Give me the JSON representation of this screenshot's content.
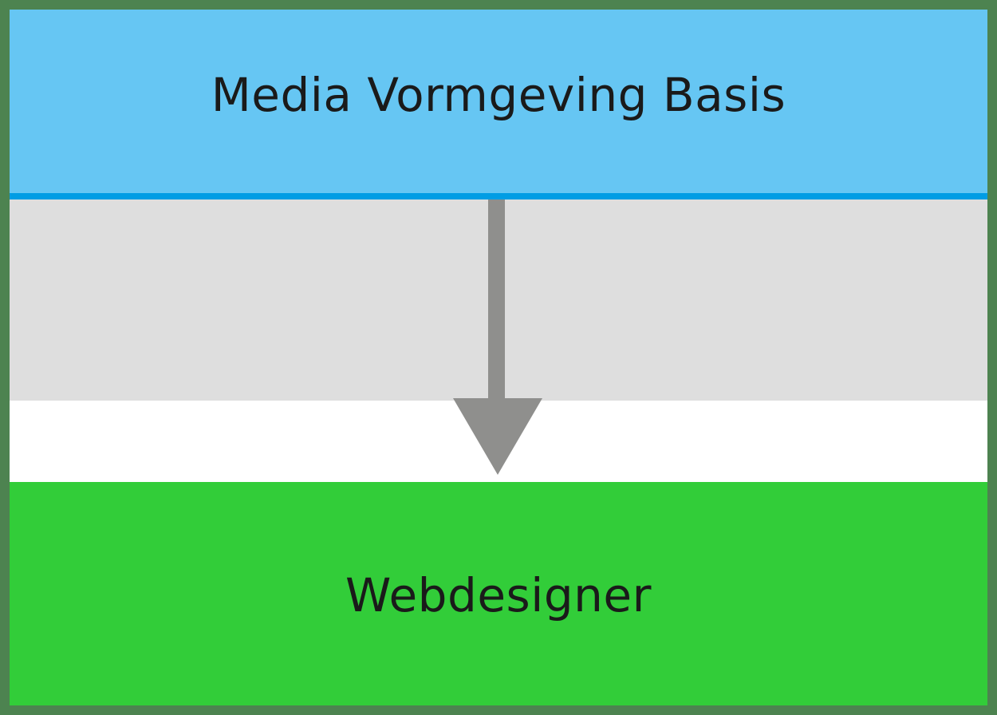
{
  "diagram": {
    "source_node": {
      "label": "Media Vormgeving Basis",
      "fill": "#66c6f3",
      "border": "#009de4"
    },
    "target_node": {
      "label": "Webdesigner",
      "fill": "#32cd39"
    },
    "connector": {
      "direction": "down",
      "color": "#8f8f8d"
    },
    "frame_color": "#4d8350",
    "band_color": "#dedede"
  }
}
